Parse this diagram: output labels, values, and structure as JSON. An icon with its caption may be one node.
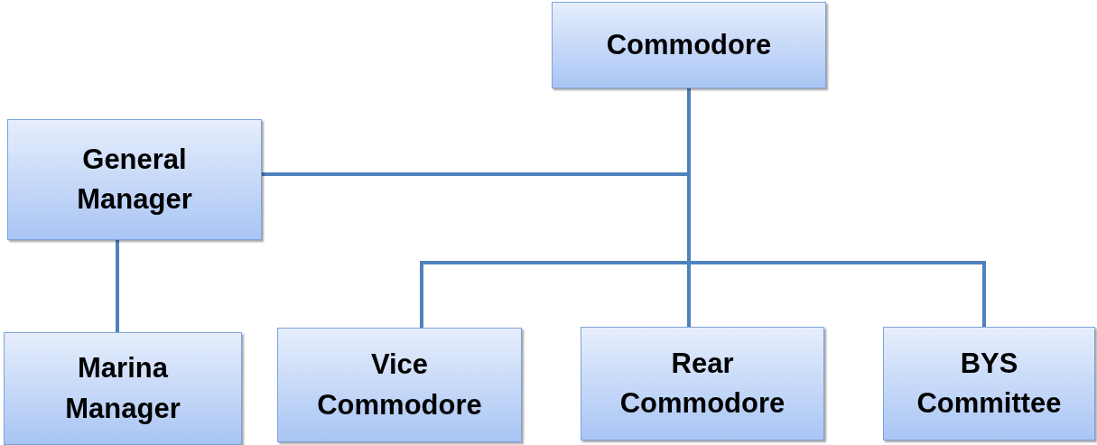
{
  "diagram": {
    "nodes": [
      {
        "text": [
          "Commodore"
        ]
      },
      {
        "text": [
          "General Manager"
        ]
      },
      {
        "text": [
          "Marina Manager"
        ]
      },
      {
        "text": [
          "Vice Commodore"
        ]
      },
      {
        "text": [
          "Rear Commodore"
        ]
      },
      {
        "text": [
          "BYS Committee"
        ]
      }
    ],
    "edges": [
      {
        "from": 0,
        "to": 1,
        "arrow": "none"
      },
      {
        "from": 1,
        "to": 2,
        "arrow": "none"
      },
      {
        "from": 0,
        "to": 3,
        "arrow": "none"
      },
      {
        "from": 0,
        "to": 4,
        "arrow": "none"
      },
      {
        "from": 0,
        "to": 5,
        "arrow": "none"
      }
    ]
  }
}
